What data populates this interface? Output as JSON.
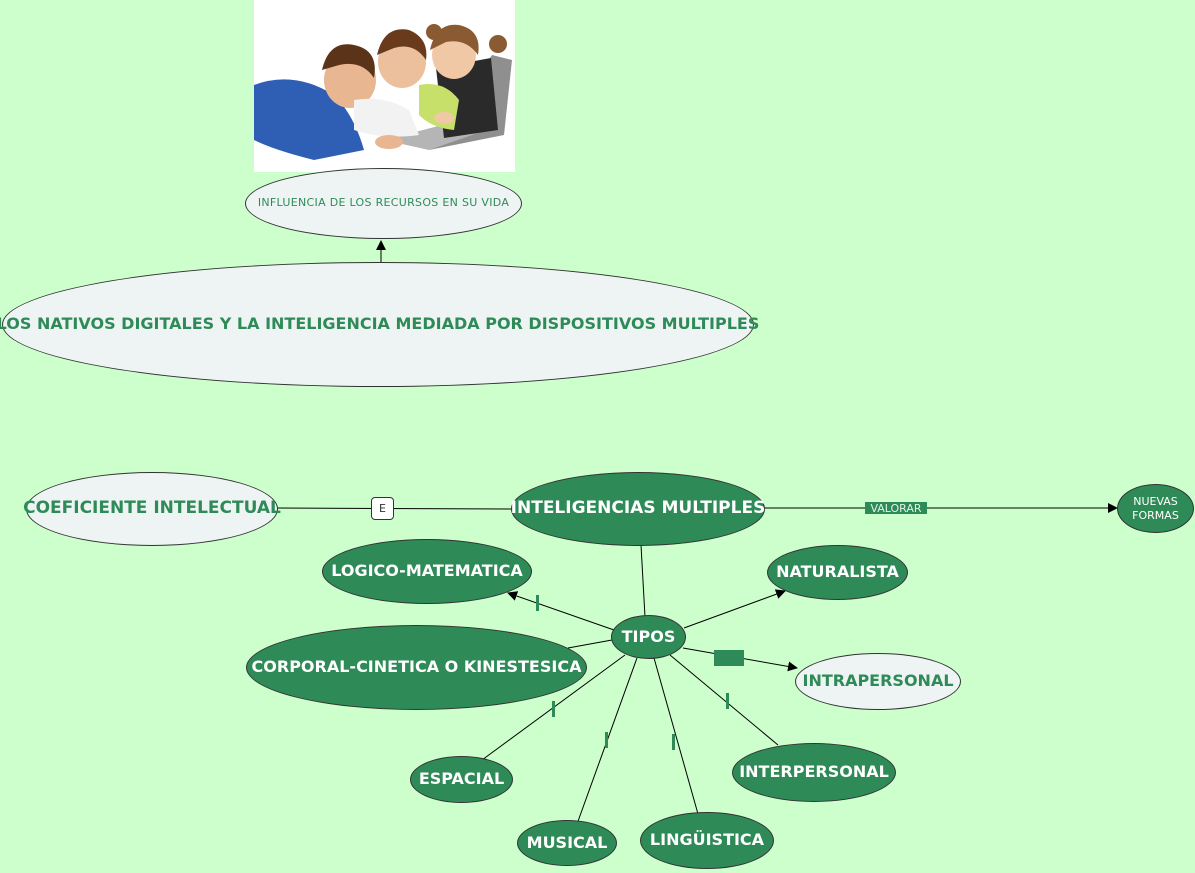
{
  "colors": {
    "background": "#ccffcc",
    "node_dark": "#2e8b57",
    "node_light": "#eef4f4",
    "text_green": "#2e8b57",
    "line": "#000000"
  },
  "image": {
    "description": "photo-children-using-laptop"
  },
  "nodes": {
    "influence": "INFLUENCIA DE LOS RECURSOS EN SU VIDA",
    "main_title": "LOS NATIVOS DIGITALES Y LA INTELIGENCIA MEDIADA POR DISPOSITIVOS MULTIPLES",
    "ci": "COEFICIENTE INTELECTUAL",
    "im": "INTELIGENCIAS MULTIPLES",
    "nuevas": "NUEVAS FORMAS",
    "logico": "LOGICO-MATEMATICA",
    "naturalista": "NATURALISTA",
    "tipos": "TIPOS",
    "corporal": "CORPORAL-CINETICA O KINESTESICA",
    "intrapersonal": "INTRAPERSONAL",
    "espacial": "ESPACIAL",
    "interpersonal": "INTERPERSONAL",
    "musical": "MUSICAL",
    "linguistica": "LINGÜISTICA"
  },
  "link_labels": {
    "ci_im": "E",
    "im_nuevas": "VALORAR"
  }
}
